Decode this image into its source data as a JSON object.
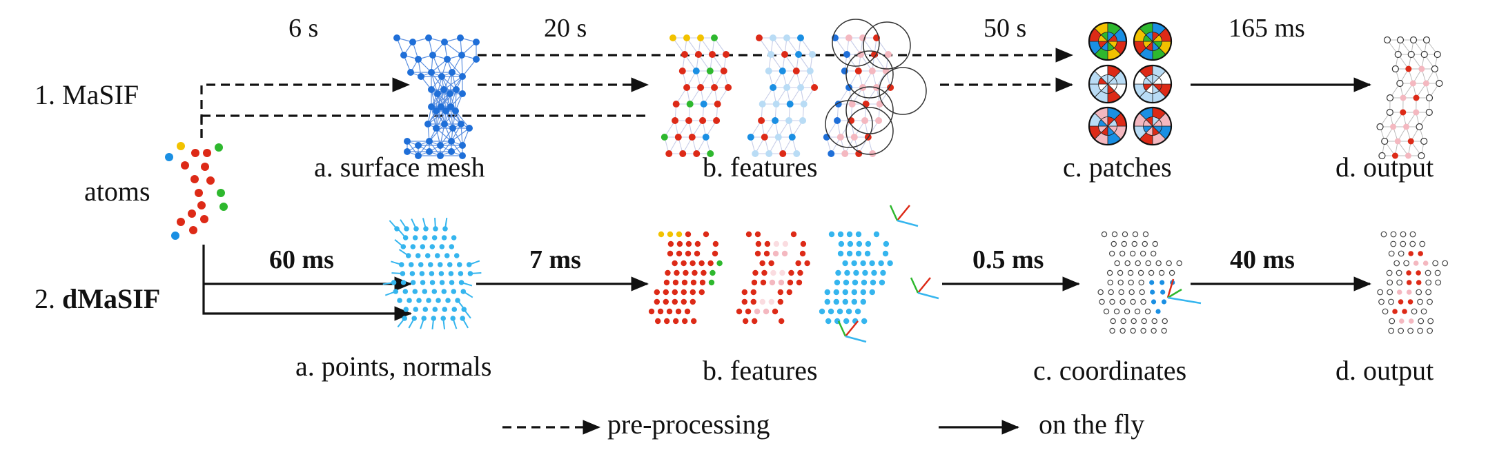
{
  "rows": {
    "masif": {
      "number": "1.",
      "name": "MaSIF"
    },
    "dmasif": {
      "number": "2.",
      "name": "dMaSIF"
    }
  },
  "atoms_label": "atoms",
  "masif_times": [
    "6 s",
    "20 s",
    "50 s",
    "165 ms"
  ],
  "dmasif_times": [
    "60 ms",
    "7 ms",
    "0.5 ms",
    "40 ms"
  ],
  "masif_steps": [
    "a. surface mesh",
    "b. features",
    "c. patches",
    "d. output"
  ],
  "dmasif_steps": [
    "a. points, normals",
    "b. features",
    "c. coordinates",
    "d. output"
  ],
  "legend": {
    "dashed": "pre-processing",
    "solid": "on the fly"
  },
  "colors": {
    "atom_red": "#dd2a17",
    "atom_green": "#2eb82e",
    "atom_yellow": "#f2c200",
    "atom_blue": "#1a8fe3",
    "mesh_blue": "#1f6fd8",
    "point_cyan": "#35b5ee",
    "light_blue": "#b9dcf5",
    "pink": "#f4b8c0"
  }
}
